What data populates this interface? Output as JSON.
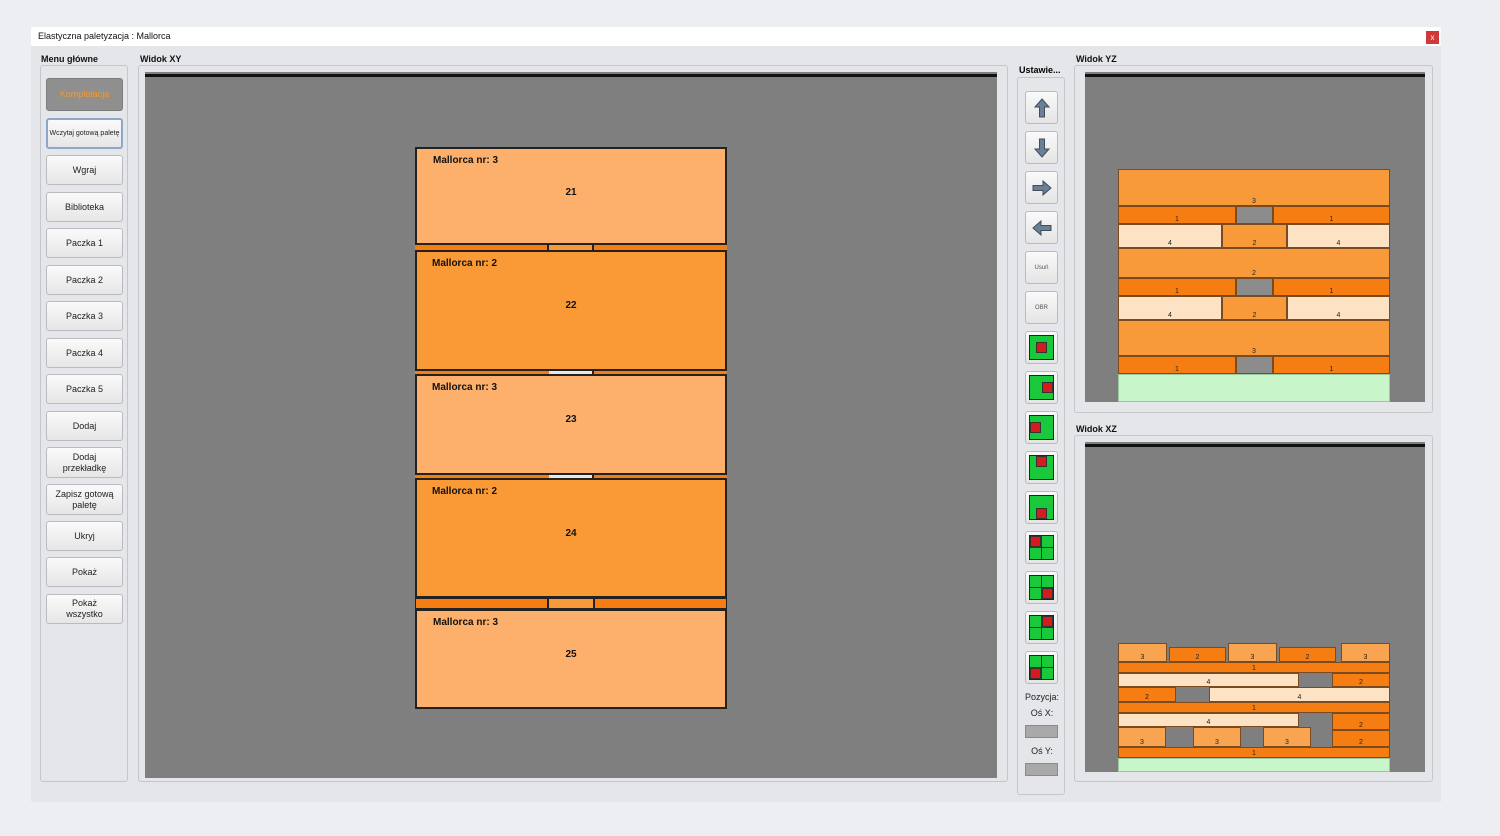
{
  "window": {
    "title": "Elastyczna paletyzacja : Mallorca",
    "close_label": "x"
  },
  "menu": {
    "label": "Menu główne",
    "items": [
      {
        "label": "Kompletacja",
        "state": "active"
      },
      {
        "label": "Wczytaj gotową paletę",
        "state": "selected"
      },
      {
        "label": "Wgraj"
      },
      {
        "label": "Biblioteka"
      },
      {
        "label": "Paczka 1"
      },
      {
        "label": "Paczka 2"
      },
      {
        "label": "Paczka 3"
      },
      {
        "label": "Paczka 4"
      },
      {
        "label": "Paczka 5"
      },
      {
        "label": "Dodaj"
      },
      {
        "label": "Dodaj przekładkę"
      },
      {
        "label": "Zapisz gotową paletę"
      },
      {
        "label": "Ukryj"
      },
      {
        "label": "Pokaż"
      },
      {
        "label": "Pokaż wszystko"
      }
    ]
  },
  "xy_view": {
    "label": "Widok XY",
    "rows": [
      {
        "name": "Mallorca nr: 3",
        "number": "21",
        "color": "#fdb06b"
      },
      {
        "name": "Mallorca nr: 2",
        "number": "22",
        "color": "#fa9a36"
      },
      {
        "name": "Mallorca nr: 3",
        "number": "23",
        "color": "#fdb06b"
      },
      {
        "name": "Mallorca nr: 2",
        "number": "24",
        "color": "#fa9a36"
      },
      {
        "name": "Mallorca nr: 3",
        "number": "25",
        "color": "#fdb06b"
      }
    ]
  },
  "controls": {
    "label": "Ustawie...",
    "buttons": [
      {
        "icon": "arrow-up-icon"
      },
      {
        "icon": "arrow-down-icon"
      },
      {
        "icon": "arrow-right-icon"
      },
      {
        "icon": "arrow-left-icon"
      },
      {
        "icon": "delete-icon",
        "label": "Usuń"
      },
      {
        "icon": "rotate-icon",
        "label": "OBR"
      },
      {
        "icon": "align-center-icon"
      },
      {
        "icon": "align-right-icon"
      },
      {
        "icon": "align-left-icon"
      },
      {
        "icon": "align-top-icon"
      },
      {
        "icon": "align-bottom-icon"
      },
      {
        "icon": "quadrant-top-left-icon"
      },
      {
        "icon": "quadrant-bottom-right-icon"
      },
      {
        "icon": "quadrant-top-right-icon"
      },
      {
        "icon": "quadrant-bottom-left-icon"
      }
    ],
    "position_label": "Pozycja:",
    "axis_x_label": "Oś X:",
    "axis_y_label": "Oś Y:",
    "axis_x_value": "",
    "axis_y_value": ""
  },
  "yz_view": {
    "label": "Widok YZ",
    "layers_top_to_bottom": [
      [
        "3"
      ],
      [
        "1",
        "",
        "1"
      ],
      [
        "4",
        "2",
        "4"
      ],
      [
        "2"
      ],
      [
        "1",
        "",
        "1"
      ],
      [
        "4",
        "2",
        "4"
      ],
      [
        "3"
      ],
      [
        "1",
        "",
        "1"
      ]
    ]
  },
  "xz_view": {
    "label": "Widok XZ",
    "labels": [
      "3",
      "2",
      "3",
      "2",
      "3",
      "1",
      "4",
      "2",
      "2",
      "4",
      "1",
      "4",
      "2",
      "3",
      "3",
      "3",
      "2",
      "1"
    ]
  },
  "colors": {
    "accent_active_text": "#f39a2c",
    "green": "#19c83b",
    "red": "#d51c1c",
    "canvas": "#7f7f7f"
  }
}
